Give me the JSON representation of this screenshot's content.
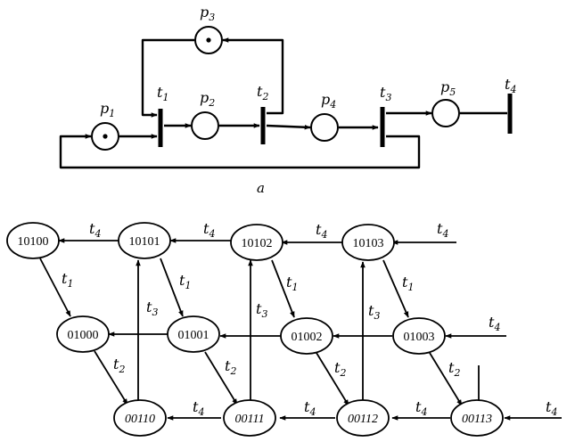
{
  "petri_net": {
    "places": [
      {
        "id": "p1",
        "label": "p",
        "sub": "1",
        "token": true
      },
      {
        "id": "p2",
        "label": "p",
        "sub": "2",
        "token": false
      },
      {
        "id": "p3",
        "label": "p",
        "sub": "3",
        "token": true
      },
      {
        "id": "p4",
        "label": "p",
        "sub": "4",
        "token": false
      },
      {
        "id": "p5",
        "label": "p",
        "sub": "5",
        "token": false
      }
    ],
    "transitions": [
      {
        "id": "t1",
        "label": "t",
        "sub": "1"
      },
      {
        "id": "t2",
        "label": "t",
        "sub": "2"
      },
      {
        "id": "t3",
        "label": "t",
        "sub": "3"
      },
      {
        "id": "t4",
        "label": "t",
        "sub": "4"
      }
    ],
    "caption": "a"
  },
  "reachability_graph": {
    "states": [
      {
        "id": "s10100",
        "label": "10100",
        "italic": false
      },
      {
        "id": "s10101",
        "label": "10101",
        "italic": false
      },
      {
        "id": "s10102",
        "label": "10102",
        "italic": false
      },
      {
        "id": "s10103",
        "label": "10103",
        "italic": false
      },
      {
        "id": "s01000",
        "label": "01000",
        "italic": false
      },
      {
        "id": "s01001",
        "label": "01001",
        "italic": false
      },
      {
        "id": "s01002",
        "label": "01002",
        "italic": false
      },
      {
        "id": "s01003",
        "label": "01003",
        "italic": false
      },
      {
        "id": "s00110",
        "label": "00110",
        "italic": true
      },
      {
        "id": "s00111",
        "label": "00111",
        "italic": true
      },
      {
        "id": "s00112",
        "label": "00112",
        "italic": true
      },
      {
        "id": "s00113",
        "label": "00113",
        "italic": true
      }
    ],
    "edges": [
      {
        "from": "s10101",
        "to": "s10100",
        "t": "4"
      },
      {
        "from": "s10102",
        "to": "s10101",
        "t": "4"
      },
      {
        "from": "s10103",
        "to": "s10102",
        "t": "4"
      },
      {
        "from": "in",
        "to": "s10103",
        "t": "4"
      },
      {
        "from": "s10100",
        "to": "s01000",
        "t": "1"
      },
      {
        "from": "s10101",
        "to": "s01001",
        "t": "1"
      },
      {
        "from": "s10102",
        "to": "s01002",
        "t": "1"
      },
      {
        "from": "s10103",
        "to": "s01003",
        "t": "1"
      },
      {
        "from": "s01001",
        "to": "s01000",
        "t": ""
      },
      {
        "from": "s01002",
        "to": "s01001",
        "t": ""
      },
      {
        "from": "s01003",
        "to": "s01002",
        "t": ""
      },
      {
        "from": "in",
        "to": "s01003",
        "t": "4"
      },
      {
        "from": "s01000",
        "to": "s00110",
        "t": "2"
      },
      {
        "from": "s01001",
        "to": "s00111",
        "t": "2"
      },
      {
        "from": "s01002",
        "to": "s00112",
        "t": "2"
      },
      {
        "from": "s01003",
        "to": "s00113",
        "t": "2"
      },
      {
        "from": "s00110",
        "to": "s10101",
        "t": "3"
      },
      {
        "from": "s00111",
        "to": "s10102",
        "t": "3"
      },
      {
        "from": "s00112",
        "to": "s10103",
        "t": "3"
      },
      {
        "from": "s00111",
        "to": "s00110",
        "t": "4"
      },
      {
        "from": "s00112",
        "to": "s00111",
        "t": "4"
      },
      {
        "from": "s00113",
        "to": "s00112",
        "t": "4"
      },
      {
        "from": "in",
        "to": "s00113",
        "t": "4"
      }
    ]
  }
}
